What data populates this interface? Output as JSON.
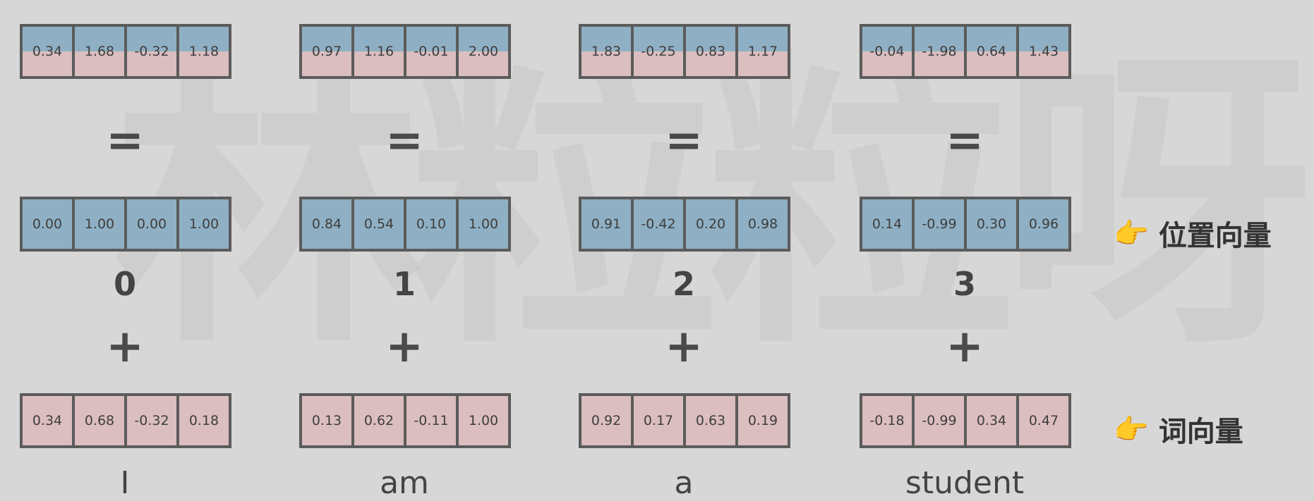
{
  "watermark": "林粒粒呀",
  "columns": [
    {
      "result": [
        "0.34",
        "1.68",
        "-0.32",
        "1.18"
      ],
      "equals": "=",
      "position": [
        "0.00",
        "1.00",
        "0.00",
        "1.00"
      ],
      "index": "0",
      "plus": "+",
      "word_vec": [
        "0.34",
        "0.68",
        "-0.32",
        "0.18"
      ],
      "word": "I"
    },
    {
      "result": [
        "0.97",
        "1.16",
        "-0.01",
        "2.00"
      ],
      "equals": "=",
      "position": [
        "0.84",
        "0.54",
        "0.10",
        "1.00"
      ],
      "index": "1",
      "plus": "+",
      "word_vec": [
        "0.13",
        "0.62",
        "-0.11",
        "1.00"
      ],
      "word": "am"
    },
    {
      "result": [
        "1.83",
        "-0.25",
        "0.83",
        "1.17"
      ],
      "equals": "=",
      "position": [
        "0.91",
        "-0.42",
        "0.20",
        "0.98"
      ],
      "index": "2",
      "plus": "+",
      "word_vec": [
        "0.92",
        "0.17",
        "0.63",
        "0.19"
      ],
      "word": "a"
    },
    {
      "result": [
        "-0.04",
        "-1.98",
        "0.64",
        "1.43"
      ],
      "equals": "=",
      "position": [
        "0.14",
        "-0.99",
        "0.30",
        "0.96"
      ],
      "index": "3",
      "plus": "+",
      "word_vec": [
        "-0.18",
        "-0.99",
        "0.34",
        "0.47"
      ],
      "word": "student"
    }
  ],
  "side_labels": {
    "position_label": "位置向量",
    "word_label": "词向量",
    "hand_icon": "pointing-hand-icon"
  },
  "colors": {
    "position_vector": "#8fb0c4",
    "word_vector": "#dbbebf",
    "background": "#d7d7d7",
    "border": "#5b5b5b"
  }
}
